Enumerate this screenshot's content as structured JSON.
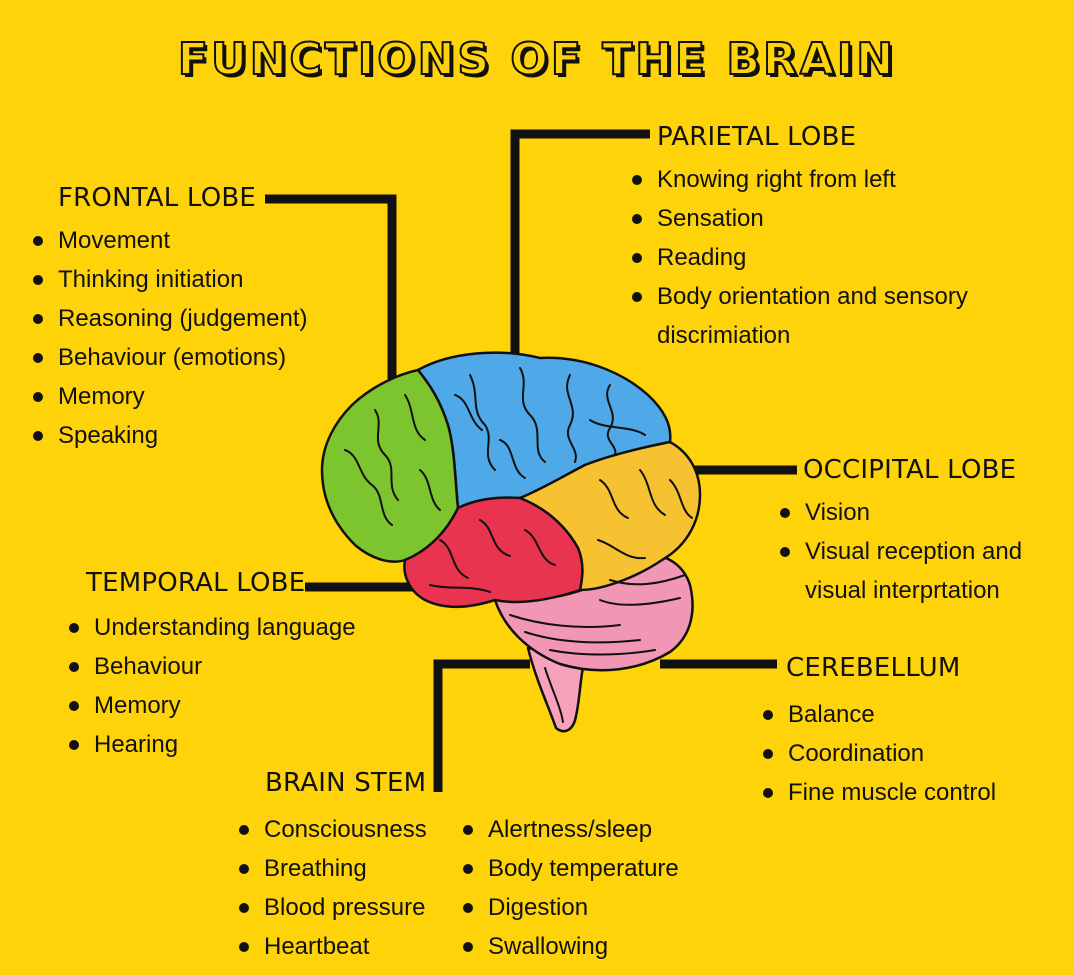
{
  "title": "FUNCTIONS OF THE BRAIN",
  "colors": {
    "background": "#FFD30A",
    "frontal": "#7DC52E",
    "parietal": "#4FA9E8",
    "temporal": "#E8344E",
    "occipital": "#F6C232",
    "cerebellum": "#F296B5",
    "brain_stem": "#F7A1BA",
    "line": "#111111"
  },
  "frontal": {
    "heading": "FRONTAL LOBE",
    "items": [
      "Movement",
      "Thinking initiation",
      "Reasoning (judgement)",
      "Behaviour (emotions)",
      "Memory",
      "Speaking"
    ]
  },
  "parietal": {
    "heading": "PARIETAL LOBE",
    "items": [
      "Knowing right from left",
      "Sensation",
      "Reading",
      "Body orientation and sensory discrimiation"
    ]
  },
  "occipital": {
    "heading": "OCCIPITAL LOBE",
    "items": [
      "Vision",
      "Visual reception and visual interprtation"
    ]
  },
  "temporal": {
    "heading": "TEMPORAL LOBE",
    "items": [
      "Understanding language",
      "Behaviour",
      "Memory",
      "Hearing"
    ]
  },
  "cerebellum": {
    "heading": "CEREBELLUM",
    "items": [
      "Balance",
      "Coordination",
      "Fine muscle control"
    ]
  },
  "brain_stem": {
    "heading": "BRAIN STEM",
    "items_left": [
      "Consciousness",
      "Breathing",
      "Blood pressure",
      "Heartbeat"
    ],
    "items_right": [
      "Alertness/sleep",
      "Body temperature",
      "Digestion",
      "Swallowing"
    ]
  }
}
